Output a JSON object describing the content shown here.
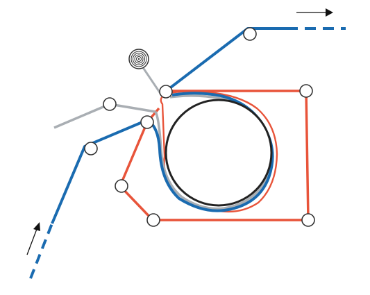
{
  "diagram": {
    "colors": {
      "web": "#1a6bb0",
      "belt": "#e8543a",
      "film": "#a9aeb3",
      "drum": "#222222",
      "roller_stroke": "#333333",
      "roller_fill": "#ffffff",
      "arrow": "#111111"
    },
    "components": {
      "web_path": "blue-web",
      "belt_loop": "red-belt",
      "film_path": "grey-film",
      "main_drum": "heated-drum",
      "supply_reel": "film-reel",
      "guide_rollers": 9
    },
    "direction": {
      "inlet": "up",
      "outlet": "right"
    }
  }
}
